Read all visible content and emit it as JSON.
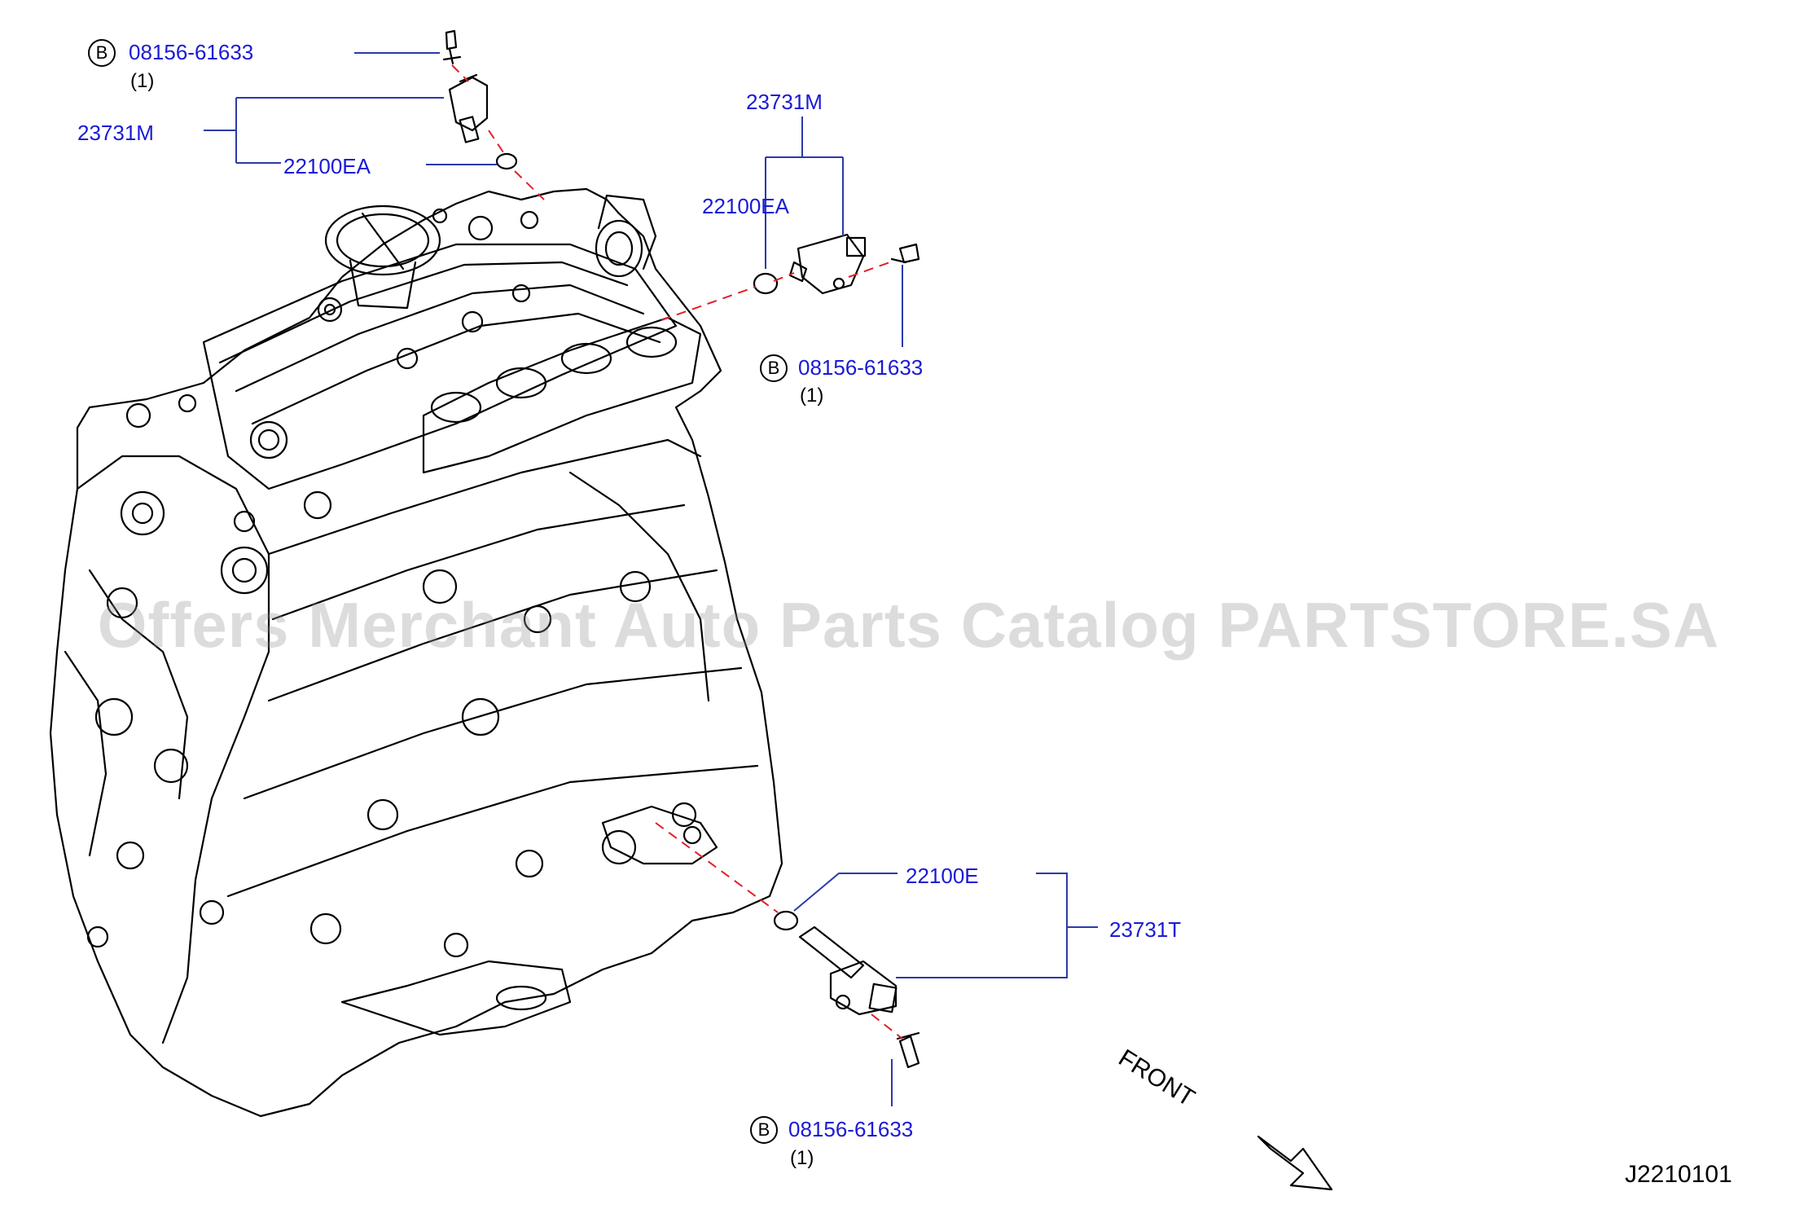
{
  "callouts": {
    "top_left": {
      "badge": "B",
      "bolt_part": "08156-61633",
      "bolt_qty": "(1)",
      "sensor_assy": "23731M",
      "o_ring": "22100EA"
    },
    "top_right": {
      "sensor_assy": "23731M",
      "o_ring": "22100EA",
      "badge": "B",
      "bolt_part": "08156-61633",
      "bolt_qty": "(1)"
    },
    "bottom": {
      "o_ring": "22100E",
      "sensor_assy": "23731T",
      "badge": "B",
      "bolt_part": "08156-61633",
      "bolt_qty": "(1)"
    }
  },
  "direction_label": "FRONT",
  "diagram_id": "J2210101",
  "watermark": "Offers Merchant Auto Parts Catalog PARTSTORE.SA",
  "colors": {
    "label_blue": "#1a1ad6",
    "leader_blue": "#2a3aa8",
    "dash_red": "#e0202a",
    "line_black": "#000000"
  }
}
